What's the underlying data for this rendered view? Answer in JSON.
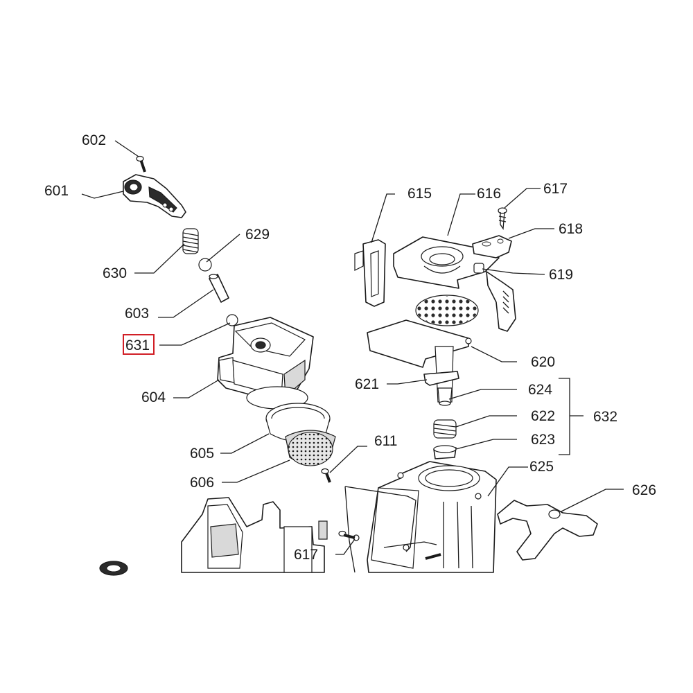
{
  "diagram": {
    "highlight": {
      "label": "631",
      "color": "#d11f26"
    },
    "labels": [
      {
        "id": "601",
        "text": "601"
      },
      {
        "id": "602",
        "text": "602"
      },
      {
        "id": "603",
        "text": "603"
      },
      {
        "id": "604",
        "text": "604"
      },
      {
        "id": "605",
        "text": "605"
      },
      {
        "id": "606",
        "text": "606"
      },
      {
        "id": "611",
        "text": "611"
      },
      {
        "id": "615",
        "text": "615"
      },
      {
        "id": "616",
        "text": "616"
      },
      {
        "id": "617a",
        "text": "617"
      },
      {
        "id": "617b",
        "text": "617"
      },
      {
        "id": "618",
        "text": "618"
      },
      {
        "id": "619",
        "text": "619"
      },
      {
        "id": "620",
        "text": "620"
      },
      {
        "id": "621",
        "text": "621"
      },
      {
        "id": "622",
        "text": "622"
      },
      {
        "id": "623",
        "text": "623"
      },
      {
        "id": "624",
        "text": "624"
      },
      {
        "id": "625",
        "text": "625"
      },
      {
        "id": "626",
        "text": "626"
      },
      {
        "id": "629",
        "text": "629"
      },
      {
        "id": "630",
        "text": "630"
      },
      {
        "id": "631",
        "text": "631"
      },
      {
        "id": "632",
        "text": "632"
      }
    ]
  }
}
